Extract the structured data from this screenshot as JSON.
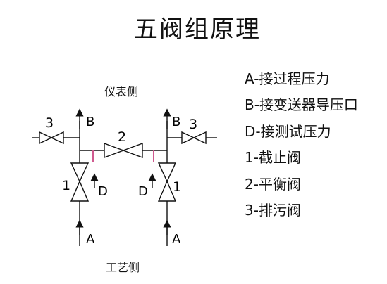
{
  "title": "五阀组原理",
  "sides": {
    "top": "仪表侧",
    "bottom": "工艺侧"
  },
  "legend": [
    "A-接过程压力",
    "B-接变送器导压口",
    "D-接测试压力",
    "1-截止阀",
    "2-平衡阀",
    "3-排污阀"
  ],
  "diagram": {
    "valve_labels": {
      "vent_left": "3",
      "vent_right": "3",
      "balance": "2",
      "stop_left": "1",
      "stop_right": "1"
    },
    "port_labels": {
      "b_left": "B",
      "b_right": "B",
      "d_left": "D",
      "d_right": "D",
      "a_left": "A",
      "a_right": "A"
    }
  },
  "colors": {
    "line": "#111111",
    "test_tap": "#d05a8f",
    "background": "#ffffff"
  }
}
